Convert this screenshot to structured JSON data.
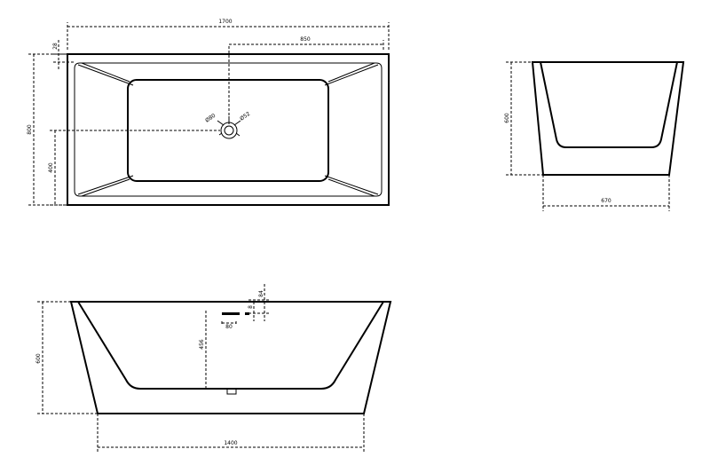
{
  "top_view": {
    "dim_length": "1700",
    "dim_drain_offset": "850",
    "dim_rim": "28",
    "dim_width": "800",
    "dim_drain_from_side": "400",
    "dim_drain_outer": "Ø80",
    "dim_drain_inner": "Ø52"
  },
  "end_view": {
    "dim_height": "600",
    "dim_base_width": "670"
  },
  "side_view": {
    "dim_height": "600",
    "dim_inner_depth": "456",
    "dim_drain_width": "80",
    "dim_overflow": "84",
    "dim_small": "8",
    "dim_base_length": "1400"
  }
}
